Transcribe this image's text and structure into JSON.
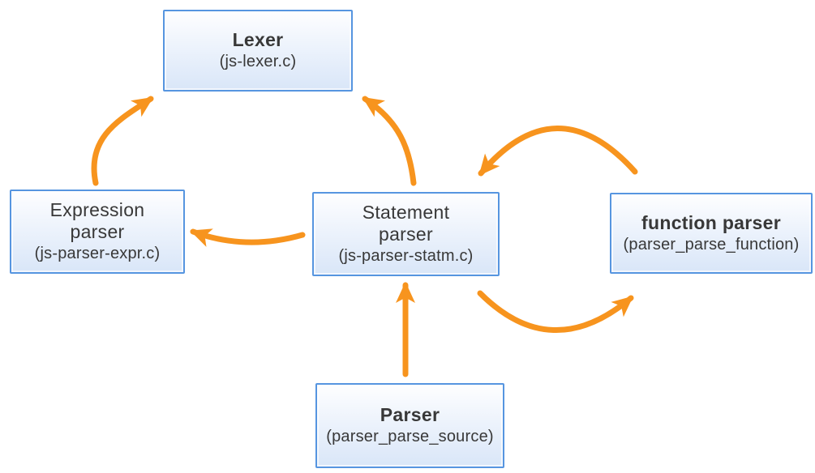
{
  "diagram": {
    "title": "Parser module structure diagram",
    "colors": {
      "arrow": "#F7941E",
      "node_border": "#5695E0",
      "node_fill_top": "#FEFEFF",
      "node_fill_bottom": "#D9E6F8",
      "text": "#383838",
      "background": "#FFFFFF"
    },
    "nodes": [
      {
        "id": "lexer",
        "title": "Lexer",
        "subtitle": "(js-lexer.c)",
        "emphasis": "bold"
      },
      {
        "id": "expression-parser",
        "title": "Expression\nparser",
        "subtitle": "(js-parser-expr.c)",
        "emphasis": "regular"
      },
      {
        "id": "statement-parser",
        "title": "Statement\nparser",
        "subtitle": "(js-parser-statm.c)",
        "emphasis": "regular"
      },
      {
        "id": "function-parser",
        "title": "function parser",
        "subtitle": "(parser_parse_function)",
        "emphasis": "bold"
      },
      {
        "id": "parser",
        "title": "Parser",
        "subtitle": "(parser_parse_source)",
        "emphasis": "bold"
      }
    ],
    "edges": [
      {
        "from": "expression-parser",
        "to": "lexer"
      },
      {
        "from": "statement-parser",
        "to": "lexer"
      },
      {
        "from": "statement-parser",
        "to": "expression-parser"
      },
      {
        "from": "function-parser",
        "to": "statement-parser"
      },
      {
        "from": "statement-parser",
        "to": "function-parser"
      },
      {
        "from": "parser",
        "to": "statement-parser"
      }
    ]
  }
}
